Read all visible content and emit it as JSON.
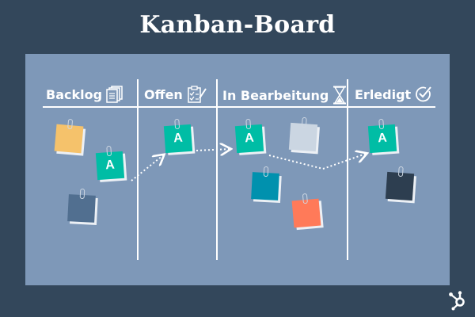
{
  "title": "Kanban-Board",
  "columns": [
    {
      "label": "Backlog",
      "icon": "document-stack-icon"
    },
    {
      "label": "Offen",
      "icon": "clipboard-checklist-icon"
    },
    {
      "label": "In Bearbeitung",
      "icon": "hourglass-icon"
    },
    {
      "label": "Erledigt",
      "icon": "check-circle-icon"
    }
  ],
  "notes": [
    {
      "column": "Backlog",
      "label": "",
      "color": "#f5c26b"
    },
    {
      "column": "Backlog",
      "label": "A",
      "color": "#00bda5"
    },
    {
      "column": "Backlog",
      "label": "",
      "color": "#516f90"
    },
    {
      "column": "Offen",
      "label": "A",
      "color": "#00bda5"
    },
    {
      "column": "In Bearbeitung",
      "label": "A",
      "color": "#00bda5"
    },
    {
      "column": "In Bearbeitung",
      "label": "",
      "color": "#cbd6e2"
    },
    {
      "column": "In Bearbeitung",
      "label": "",
      "color": "#0091ae"
    },
    {
      "column": "In Bearbeitung",
      "label": "",
      "color": "#ff7a59"
    },
    {
      "column": "Erledigt",
      "label": "A",
      "color": "#00bda5"
    },
    {
      "column": "Erledigt",
      "label": "",
      "color": "#2d3e50"
    }
  ],
  "colors": {
    "background": "#33475b",
    "board": "#7e98b8",
    "lines": "#ffffff"
  },
  "brand_icon": "hubspot-sprocket-icon"
}
